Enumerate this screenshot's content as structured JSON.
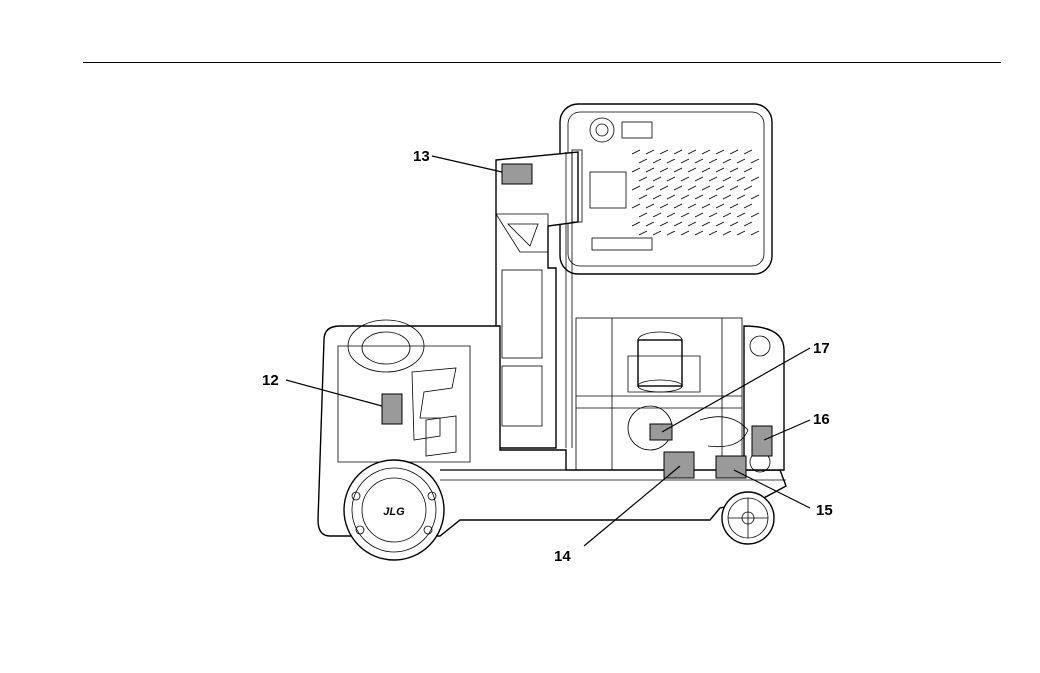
{
  "callouts": {
    "c12": "12",
    "c13": "13",
    "c14": "14",
    "c15": "15",
    "c16": "16",
    "c17": "17"
  },
  "logo_text": "JLG",
  "colors": {
    "decal": "#9a9a9a",
    "line": "#000000"
  }
}
